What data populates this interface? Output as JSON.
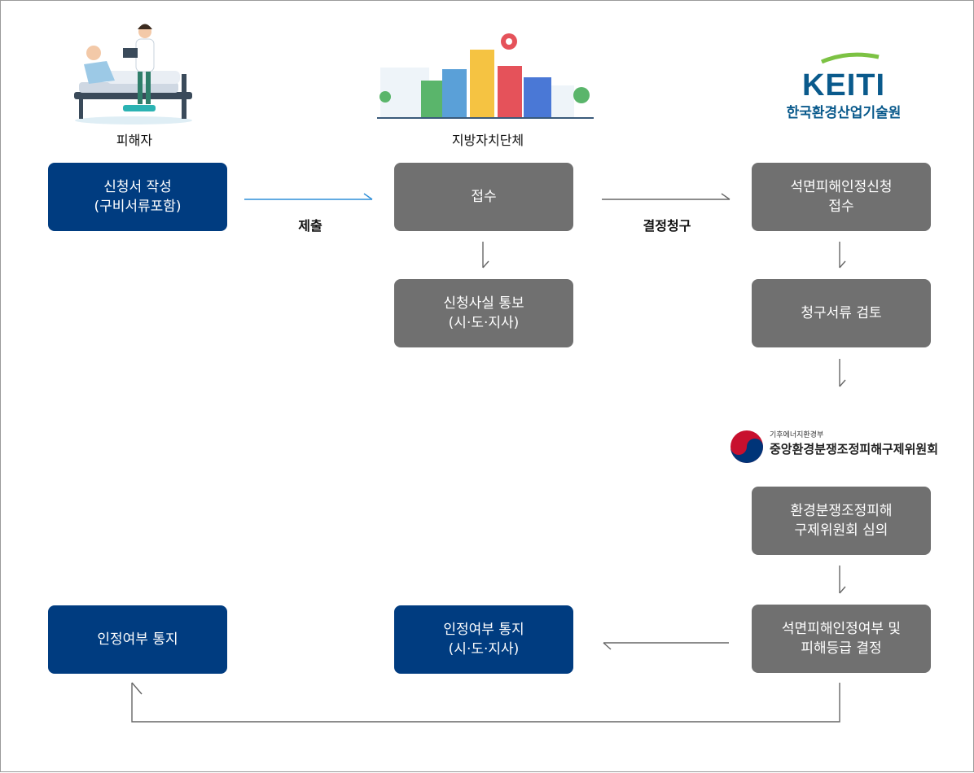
{
  "actors": {
    "victim": "피해자",
    "local_gov": "지방자치단체",
    "keiti_name": "한국환경산업기술원",
    "keiti_word": "KEITI",
    "ministry_small": "기후에너지환경부",
    "ministry_big": "중앙환경분쟁조정피해구제위원회"
  },
  "nodes": {
    "application": "신청서 작성\n(구비서류포함)",
    "receipt": "접수",
    "notify_fact": "신청사실 통보\n(시·도·지사)",
    "keiti_receipt": "석면피해인정신청\n접수",
    "document_review": "청구서류 검토",
    "committee_review": "환경분쟁조정피해\n구제위원회 심의",
    "decision": "석면피해인정여부 및\n피해등급 결정",
    "notify_local": "인정여부 통지\n(시·도·지사)",
    "notify_victim": "인정여부 통지"
  },
  "edges": {
    "submit": "제출",
    "request_decision": "결정청구"
  },
  "colors": {
    "victim_box": "#003c80",
    "process_box": "#707070",
    "submit_arrow": "#2f8fd8",
    "connector": "#666666"
  }
}
